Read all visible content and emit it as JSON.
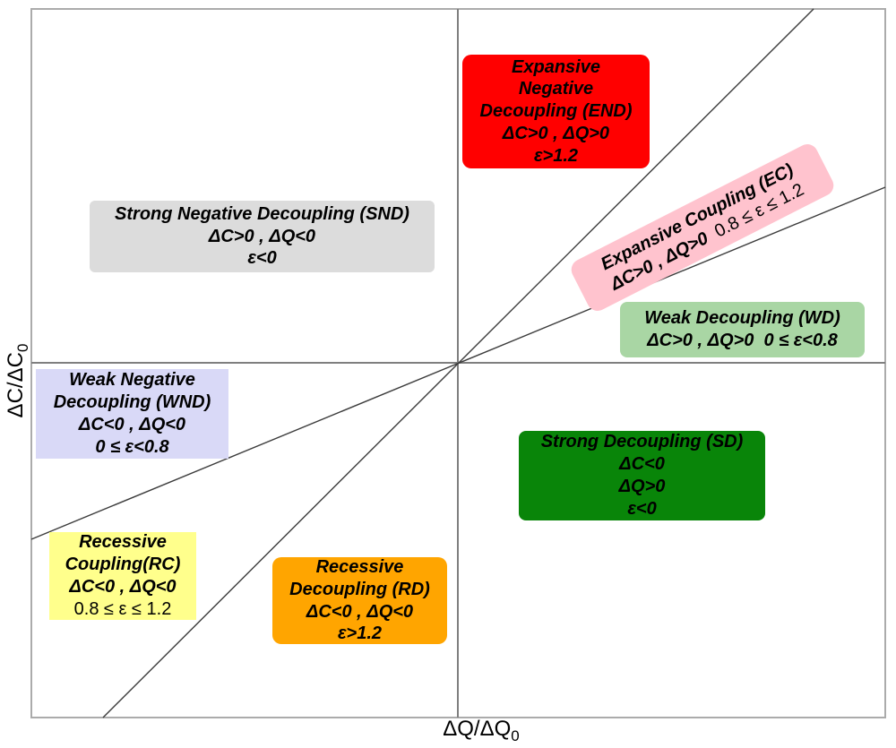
{
  "figure": {
    "y_axis_label": {
      "main": "ΔC/ΔC",
      "sub": "0"
    },
    "x_axis_label": {
      "main": "ΔQ/ΔQ",
      "sub": "0"
    }
  },
  "line_colors": {
    "plot_border": "#ABABAB",
    "center_axes": "#7F7F7F",
    "diagonal_boundaries": "#3C3C3C"
  },
  "boxes": {
    "end": {
      "color": "#FF0000",
      "l1": "Expansive",
      "l2": "Negative",
      "l3": "Decoupling (END)",
      "l4": "ΔC>0 , ΔQ>0",
      "l5": "ε>1.2"
    },
    "ec": {
      "color": "#FFC3CE",
      "l1": "Expansive Coupling (EC)",
      "l2": "ΔC>0 , ΔQ>0  ",
      "l2b": "0.8 ≤ ε ≤ 1.2"
    },
    "wd": {
      "color": "#A9D6A4",
      "l1": "Weak Decoupling (WD)",
      "l2": "ΔC>0 , ΔQ>0  0 ≤ ε<0.8"
    },
    "snd": {
      "color": "#DCDCDC",
      "l1": "Strong Negative Decoupling (SND)",
      "l2": "ΔC>0 , ΔQ<0",
      "l3": "ε<0"
    },
    "wnd": {
      "color": "#D9D9F7",
      "l1": "Weak Negative",
      "l2": "Decoupling (WND)",
      "l3": "ΔC<0 , ΔQ<0",
      "l4": "0 ≤ ε<0.8"
    },
    "rc": {
      "color": "#FFFF8C",
      "l1": "Recessive",
      "l2": "Coupling(RC)",
      "l3": "ΔC<0 , ΔQ<0",
      "l4": "0.8 ≤ ε ≤ 1.2"
    },
    "rd": {
      "color": "#FFA500",
      "l1": "Recessive",
      "l2": "Decoupling (RD)",
      "l3": "ΔC<0 , ΔQ<0",
      "l4": "ε>1.2"
    },
    "sd": {
      "color": "#098509",
      "l1": "Strong Decoupling (SD)",
      "l2": "ΔC<0",
      "l3": "ΔQ>0",
      "l4": "ε<0"
    }
  }
}
